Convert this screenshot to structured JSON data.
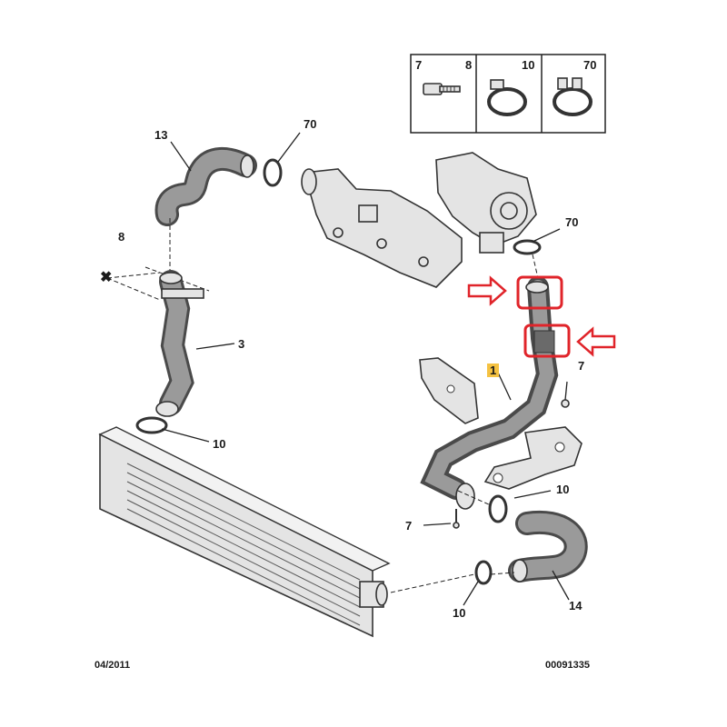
{
  "labels": {
    "p13": "13",
    "p70_top": "70",
    "p8": "8",
    "p3": "3",
    "p10_left": "10",
    "p70_turbo": "70",
    "p1": "1",
    "p7_right": "7",
    "p10_right": "10",
    "p7_bottom": "7",
    "p10_bottom": "10",
    "p14": "14"
  },
  "legend": {
    "cell1_left": "7",
    "cell1_right": "8",
    "cell2": "10",
    "cell3": "70"
  },
  "footer": {
    "date": "04/2011",
    "code": "00091335"
  },
  "colors": {
    "highlight": "#e0242a",
    "badge": "#f5c242"
  }
}
